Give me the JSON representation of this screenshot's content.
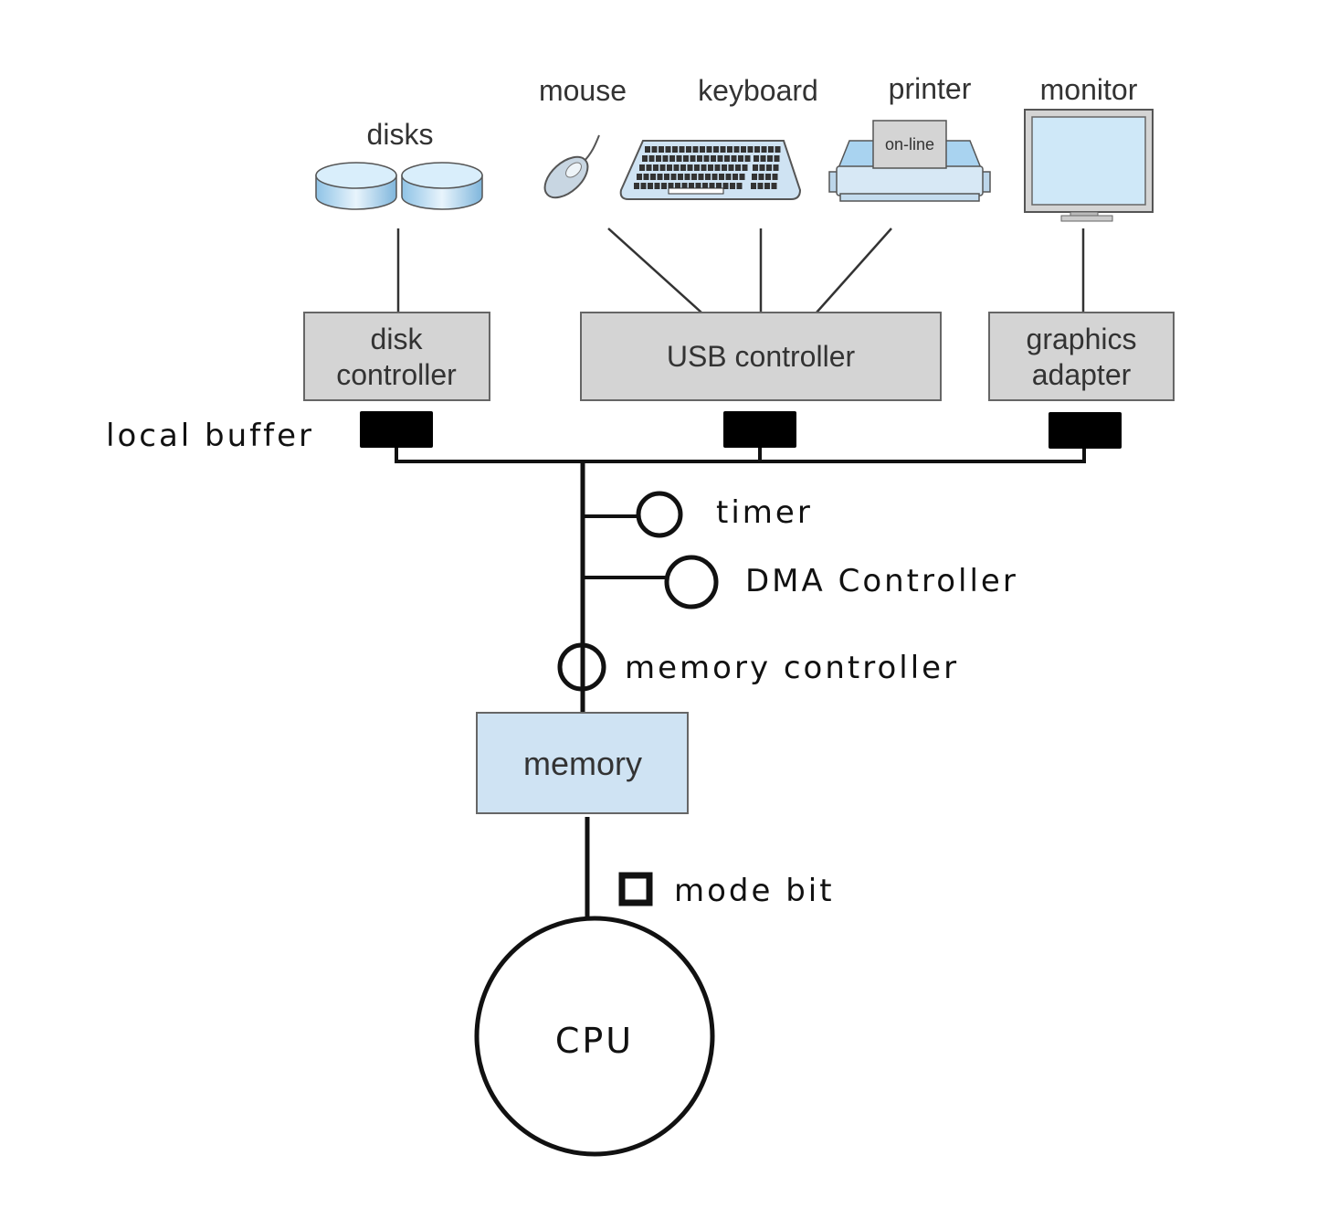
{
  "devices": {
    "disks": "disks",
    "mouse": "mouse",
    "keyboard": "keyboard",
    "printer": "printer",
    "printer_panel": "on-line",
    "monitor": "monitor"
  },
  "controllers": {
    "disk_line1": "disk",
    "disk_line2": "controller",
    "usb": "USB controller",
    "graphics_line1": "graphics",
    "graphics_line2": "adapter"
  },
  "annotations": {
    "local_buffer": "local buffer",
    "timer": "timer",
    "dma": "DMA Controller",
    "memory_controller": "memory controller",
    "mode_bit": "mode bit"
  },
  "memory": "memory",
  "cpu": "CPU",
  "colors": {
    "controller_fill": "#d4d4d4",
    "memory_fill": "#cfe3f3",
    "device_blue": "#a9d3f0",
    "buffer_fill": "#000000"
  }
}
